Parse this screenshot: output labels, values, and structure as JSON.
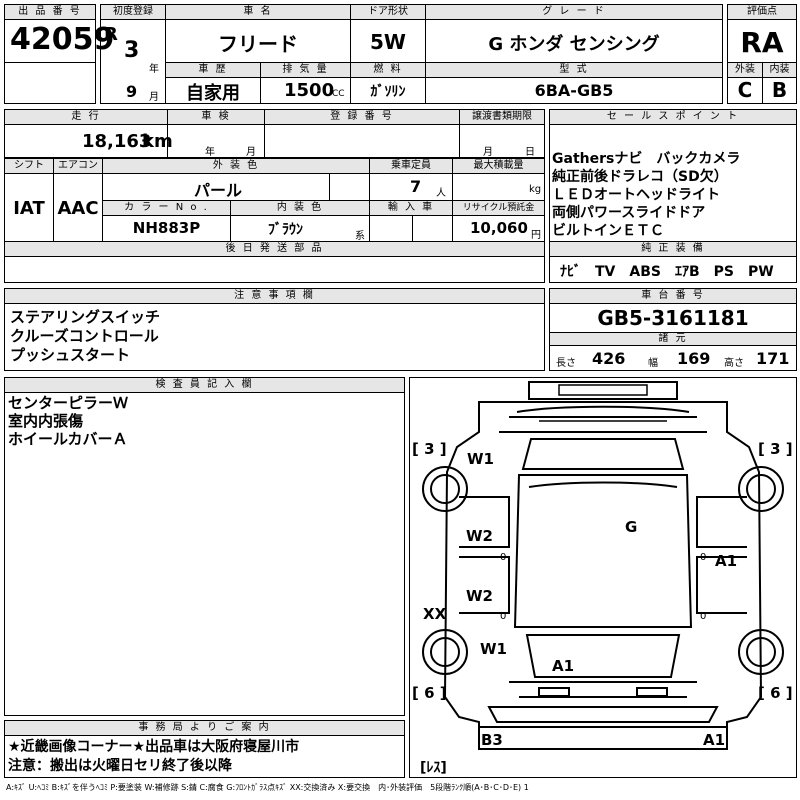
{
  "header": {
    "lot_label": "出 品 番 号",
    "lot_no": "42059",
    "first_reg_label": "初度登録",
    "era": "R",
    "year": "3",
    "year_unit": "年",
    "month": "9",
    "month_unit": "月",
    "car_name_label": "車 名",
    "car_name": "フリード",
    "history_label": "車 歴",
    "history": "自家用",
    "displacement_label": "排 気 量",
    "displacement": "1500",
    "cc": "CC",
    "door_label": "ドア形状",
    "door": "5W",
    "fuel_label": "燃 料",
    "fuel": "ｶﾞｿﾘﾝ",
    "grade_label": "グ レ ー ド",
    "grade": "G ホンダ センシング",
    "model_label": "型 式",
    "model": "6BA-GB5",
    "score_label": "評価点",
    "score": "RA",
    "ext_label": "外装",
    "int_label": "内装",
    "ext": "C",
    "int": "B"
  },
  "row2": {
    "mileage_label": "走 行",
    "mileage": "18,163",
    "km": "km",
    "inspection_label": "車 検",
    "year_unit": "年",
    "month_unit": "月",
    "regno_label": "登 録 番 号",
    "transfer_label": "譲渡書類期限",
    "t_month": "月",
    "t_day": "日",
    "shift_label": "シフト",
    "ac_label": "エアコン",
    "shift": "IAT",
    "ac": "AAC",
    "ext_color_label": "外 装 色",
    "ext_color": "パール",
    "capacity_label": "乗車定員",
    "capacity": "7",
    "capacity_unit": "人",
    "load_label": "最大積載量",
    "load_unit": "kg",
    "color_no_label": "カ ラ ー N o .",
    "color_no": "NH883P",
    "int_color_label": "内 装 色",
    "int_color": "ﾌﾞﾗｳﾝ",
    "kei": "系",
    "import_label": "輸 入 車",
    "recycle_label": "リサイクル預託金",
    "recycle": "10,060",
    "yen": "円",
    "parts_label": "後 日 発 送 部 品"
  },
  "sales": {
    "label": "セ ー ル ス ポ イ ン ト",
    "lines": [
      "Gathersナビ　バックカメラ",
      "純正前後ドラレコ（SD欠）",
      "ＬＥＤオートヘッドライト",
      "両側パワースライドドア",
      "ビルトインＥＴＣ"
    ],
    "equip_label": "純 正 装 備",
    "equip": "ﾅﾋﾞ　TV　ABS　ｴｱB　PS　PW"
  },
  "notes": {
    "label": "注 意 事 項 欄",
    "lines": [
      "ステアリングスイッチ",
      "クルーズコントロール",
      "プッシュスタート"
    ]
  },
  "chassis": {
    "label": "車 台 番 号",
    "number": "GB5-3161181",
    "dims_label": "諸 元",
    "len_label": "長さ",
    "len": "426",
    "wid_label": "幅",
    "wid": "169",
    "hei_label": "高さ",
    "hei": "171"
  },
  "inspector": {
    "label": "検 査 員 記 入 欄",
    "lines": [
      "センターピラーＷ",
      "室内内張傷",
      "ホイールカバーＡ"
    ]
  },
  "diagram": {
    "marks": {
      "lf_tire": "[ 3 ]",
      "rf_tire": "[ 3 ]",
      "lr_tire": "[ 6 ]",
      "rr_tire": "[ 6 ]",
      "w1_front": "W1",
      "w2_a": "W2",
      "w2_b": "W2",
      "w1_rear": "W1",
      "roof": "G",
      "right_door": "A1",
      "left_rear": "XX",
      "rear_glass": "A1",
      "rear_bumper_l": "B3",
      "rear_bumper_r": "A1",
      "trunk": "[ﾚｽ]",
      "z1": "0",
      "z2": "0",
      "z3": "0",
      "z4": "0"
    }
  },
  "office": {
    "label": "事 務 局 よ り ご 案 内",
    "lines": [
      "★近畿画像コーナー★出品車は大阪府寝屋川市",
      "注意：搬出は火曜日セリ終了後以降"
    ]
  },
  "legend": "A:ｷｽﾞ U:ﾍｺﾐ B:ｷｽﾞを伴うﾍｺﾐ P:要塗装 W:補修跡 S:錆 C:腐食 G:ﾌﾛﾝﾄｶﾞﾗｽ点ｷｽﾞ XX:交換済み X:要交換　内･外装評価　5段階ﾗﾝｸ順(A･B･C･D･E) 1"
}
